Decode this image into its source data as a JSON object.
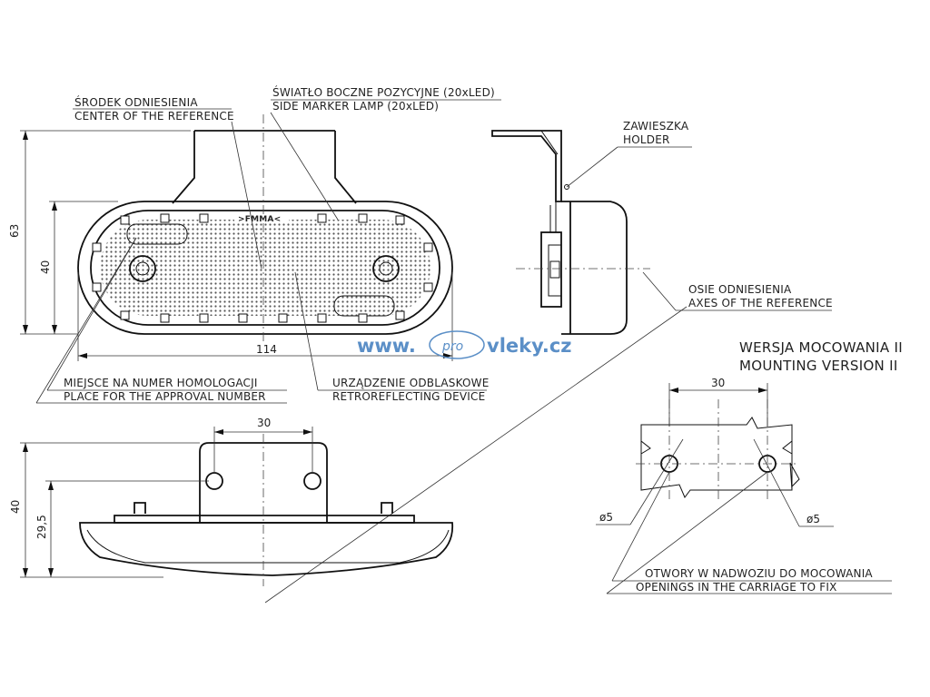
{
  "labels": {
    "center_ref_pl": "ŚRODEK ODNIESIENIA",
    "center_ref_en": "CENTER OF THE REFERENCE",
    "side_marker_pl": "ŚWIATŁO BOCZNE POZYCYJNE (20xLED)",
    "side_marker_en": "SIDE MARKER LAMP (20xLED)",
    "holder_pl": "ZAWIESZKA",
    "holder_en": "HOLDER",
    "axes_pl": "OSIE ODNIESIENIA",
    "axes_en": "AXES OF THE REFERENCE",
    "approval_pl": "MIEJSCE NA NUMER HOMOLOGACJI",
    "approval_en": "PLACE FOR THE APPROVAL NUMBER",
    "retro_pl": "URZĄDZENIE ODBLASKOWE",
    "retro_en": "RETROREFLECTING DEVICE",
    "version_pl": "WERSJA MOCOWANIA II",
    "version_en": "MOUNTING VERSION II",
    "openings_pl": "OTWORY W NADWOZIU DO MOCOWANIA",
    "openings_en": "OPENINGS IN THE CARRIAGE TO FIX",
    "brand_mark": ">FMMA<"
  },
  "dimensions": {
    "height_63": "63",
    "height_40": "40",
    "width_114": "114",
    "side_40": "40",
    "side_29_5": "29,5",
    "holes_30": "30",
    "mount_30": "30",
    "dia_left": "ø5",
    "dia_right": "ø5"
  },
  "watermark": {
    "www": "www.",
    "pro": "pro",
    "vleky": "vleky.cz",
    "color": "#5b8fc7"
  }
}
